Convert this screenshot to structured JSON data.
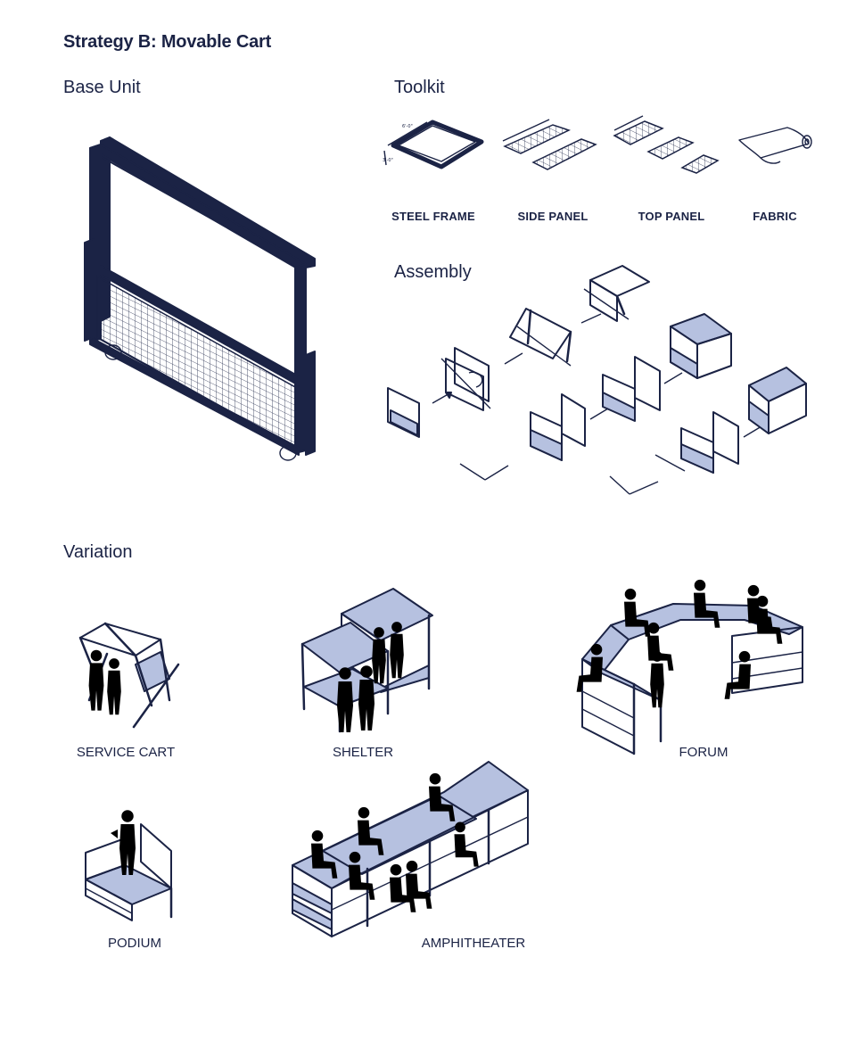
{
  "title": "Strategy B: Movable Cart",
  "sections": {
    "base_unit": "Base Unit",
    "toolkit": "Toolkit",
    "assembly": "Assembly",
    "variation": "Variation"
  },
  "toolkit_items": [
    "STEEL FRAME",
    "SIDE PANEL",
    "TOP PANEL",
    "FABRIC"
  ],
  "variations": [
    "SERVICE CART",
    "SHELTER",
    "FORUM",
    "PODIUM",
    "AMPHITHEATER"
  ],
  "colors": {
    "navy": "#1b2345",
    "panel_blue": "#b6c1e0"
  }
}
